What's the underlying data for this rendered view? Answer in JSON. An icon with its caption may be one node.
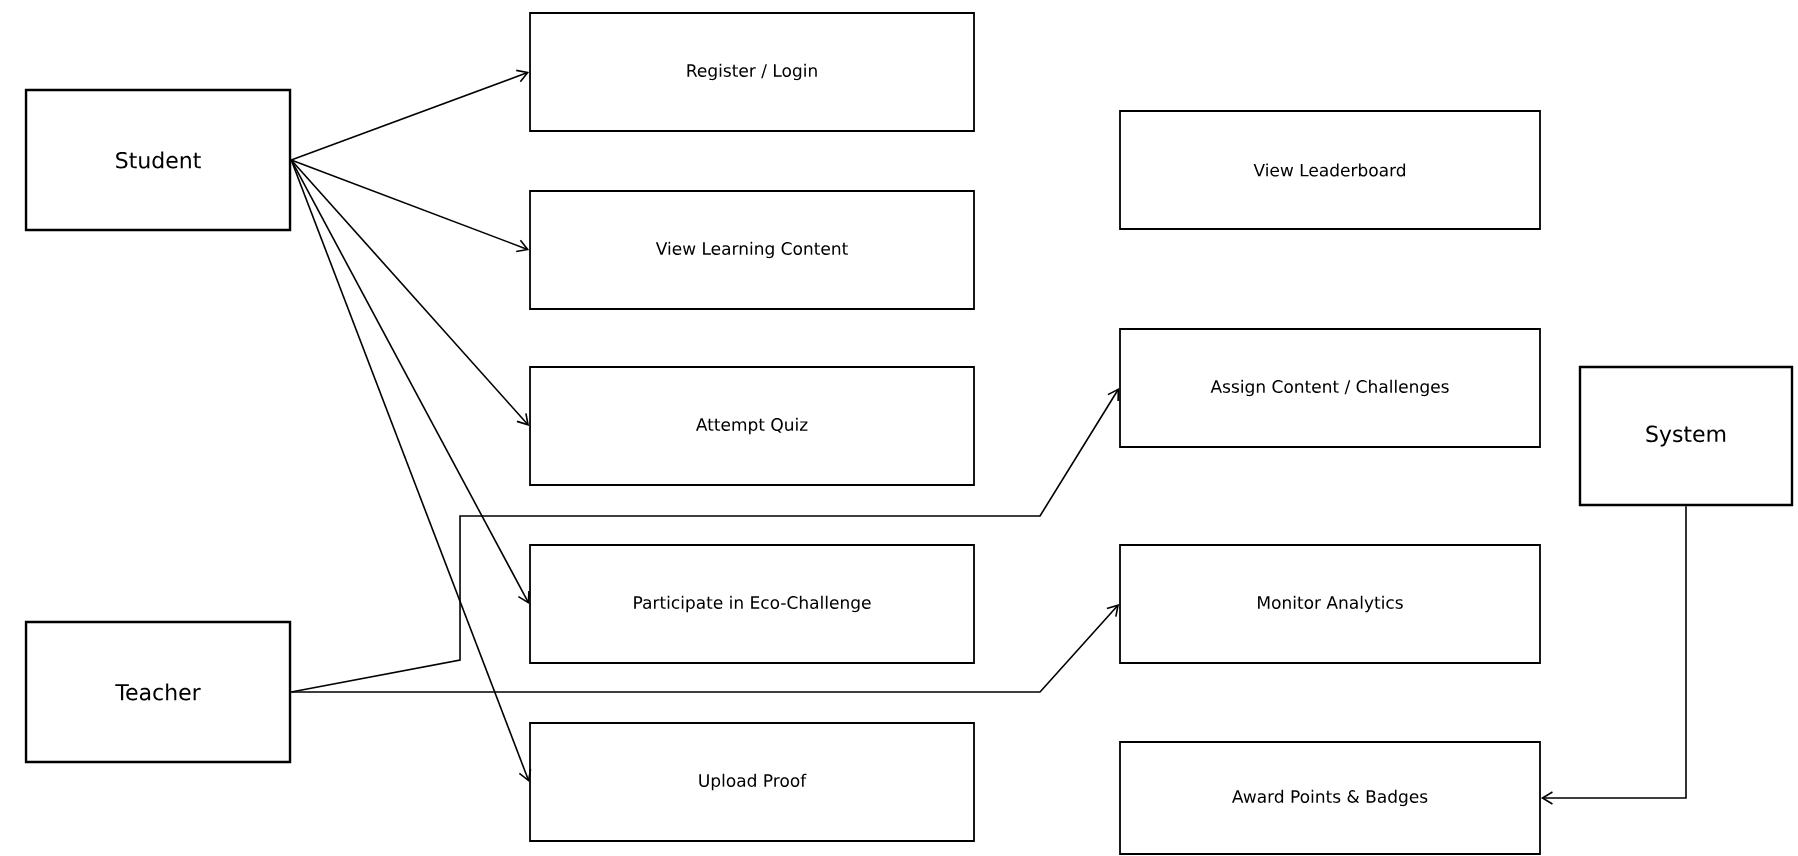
{
  "diagram": {
    "nodes": [
      {
        "text": [
          "Student"
        ]
      },
      {
        "text": [
          "Register / Login"
        ]
      },
      {
        "text": [
          "View Leaderboard"
        ]
      },
      {
        "text": [
          "View Learning Content"
        ]
      },
      {
        "text": [
          "Assign Content / Challenges"
        ]
      },
      {
        "text": [
          "System"
        ]
      },
      {
        "text": [
          "Attempt Quiz"
        ]
      },
      {
        "text": [
          "Participate in Eco-Challenge"
        ]
      },
      {
        "text": [
          "Monitor Analytics"
        ]
      },
      {
        "text": [
          "Teacher"
        ]
      },
      {
        "text": [
          "Upload Proof"
        ]
      },
      {
        "text": [
          "Award Points & Badges"
        ]
      }
    ],
    "edges": [
      {
        "from": 0,
        "to": 1,
        "arrow": "to"
      },
      {
        "from": 0,
        "to": 3,
        "arrow": "to"
      },
      {
        "from": 0,
        "to": 6,
        "arrow": "to"
      },
      {
        "from": 0,
        "to": 7,
        "arrow": "to"
      },
      {
        "from": 0,
        "to": 10,
        "arrow": "to"
      },
      {
        "from": 9,
        "to": 4,
        "arrow": "to"
      },
      {
        "from": 9,
        "to": 8,
        "arrow": "to"
      },
      {
        "from": 5,
        "to": 11,
        "arrow": "to"
      }
    ]
  }
}
